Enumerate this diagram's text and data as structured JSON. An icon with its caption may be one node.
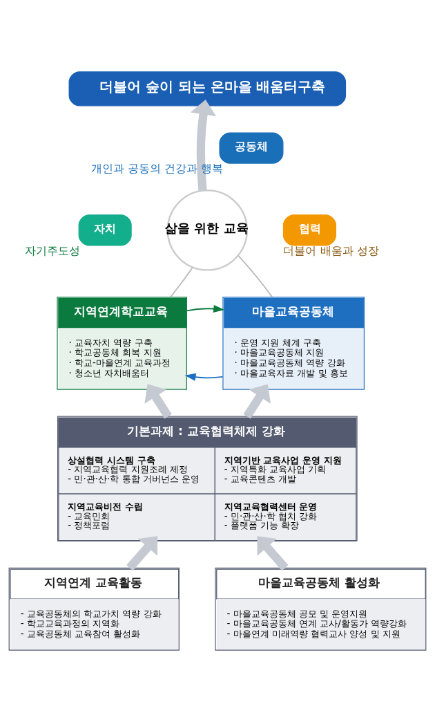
{
  "diagram": {
    "nodes": [
      {
        "text": [
          "더불어 숲이 되는 온마을 배움터구축"
        ]
      },
      {
        "text": [
          "삶을 위한 교육"
        ]
      },
      {
        "text": [
          "공동체"
        ],
        "beside": [
          "개인과 공동의 건강과 행복"
        ]
      },
      {
        "text": [
          "협력"
        ],
        "beside": [
          "더불어 배움과 성장"
        ]
      },
      {
        "text": [
          "자치"
        ],
        "beside": [
          "자기주도성"
        ]
      },
      {
        "text": [
          "지역연계학교교육",
          "· 교육자치 역량 구축",
          "· 학교공동체 회복 지원",
          "· 학교-마을연계 교육과정",
          "· 청소년 자치배움터"
        ]
      },
      {
        "text": [
          "마을교육공동체",
          "· 운영 지원 체계 구축",
          "· 마을교육공동체 지원",
          "· 마을교육공동체 역량 강화",
          "· 마을교육자료 개발 및 홍보"
        ]
      },
      {
        "text": [
          "기본과제 : 교육협력체제 강화",
          "상설협력 시스템 구축",
          "- 지역교육협력 지원조례 제정",
          "- 민·관·산·학 통합 거버넌스 운영",
          "지역교육비전 수립",
          "- 교육민회",
          "- 정책포럼",
          "지역기반 교육사업 운영 지원",
          "- 지역특화 교육사업 기획",
          "- 교육콘텐츠 개발",
          "지역교육협력센터 운영",
          "- 민·관·산·학 협치 강화",
          "- 플랫폼 기능 확장"
        ]
      },
      {
        "text": [
          "지역연계 교육활동",
          "- 교육공동체의 학교가치 역량 강화",
          "- 학교교육과정의 지역화",
          "- 교육공동체 교육참여 활성화"
        ]
      },
      {
        "text": [
          "마을교육공동체 활성화",
          "- 마을교육공동체 공모 및 운영지원",
          "- 마을교육공동체 연계 교사/활동가 역량강화",
          "- 마을연계 미래역량 협력교사 양성 및 지원"
        ]
      }
    ],
    "edges": [
      {
        "from": 1,
        "to": 0,
        "arrow": "to"
      },
      {
        "from": 1,
        "to": 5,
        "arrow": "none",
        "color": "#bbbbbb"
      },
      {
        "from": 1,
        "to": 6,
        "arrow": "none",
        "color": "#bbbbbb"
      },
      {
        "from": 5,
        "to": 6,
        "arrow": "to",
        "color": "#0b7a3e"
      },
      {
        "from": 6,
        "to": 5,
        "arrow": "to",
        "color": "#1f6fc1"
      },
      {
        "from": 7,
        "to": 5,
        "arrow": "to"
      },
      {
        "from": 7,
        "to": 6,
        "arrow": "to"
      },
      {
        "from": 8,
        "to": 7,
        "arrow": "to"
      },
      {
        "from": 9,
        "to": 7,
        "arrow": "to"
      }
    ]
  }
}
